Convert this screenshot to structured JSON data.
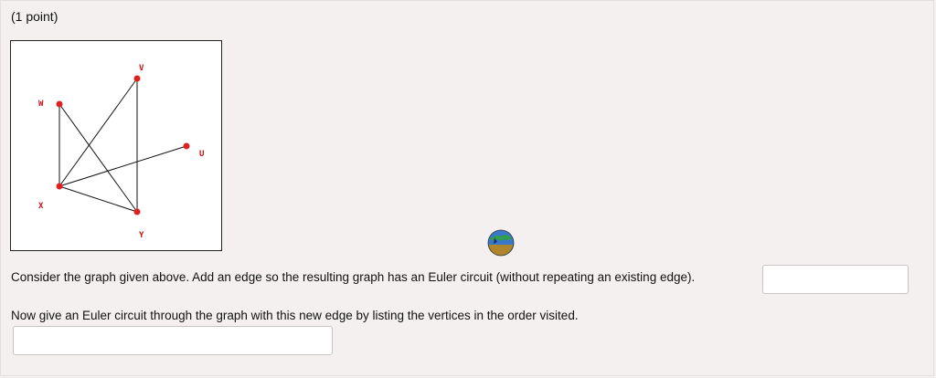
{
  "problem": {
    "points_label": "(1 point)",
    "question_1": "Consider the graph given above. Add an edge so the resulting graph has an Euler circuit (without repeating an existing edge).",
    "question_2": "Now give an Euler circuit through the graph with this new edge by listing the vertices in the order visited.",
    "answer_1_value": "",
    "answer_2_value": ""
  },
  "graph": {
    "vertex_labels": [
      "V",
      "W",
      "U",
      "X",
      "Y"
    ],
    "vertex_color": "#e02020",
    "edge_color": "#111111",
    "edges": [
      [
        "W",
        "X"
      ],
      [
        "W",
        "Y"
      ],
      [
        "V",
        "X"
      ],
      [
        "V",
        "Y"
      ],
      [
        "X",
        "U"
      ],
      [
        "X",
        "Y"
      ]
    ]
  },
  "icons": {
    "globe": "globe-icon"
  }
}
